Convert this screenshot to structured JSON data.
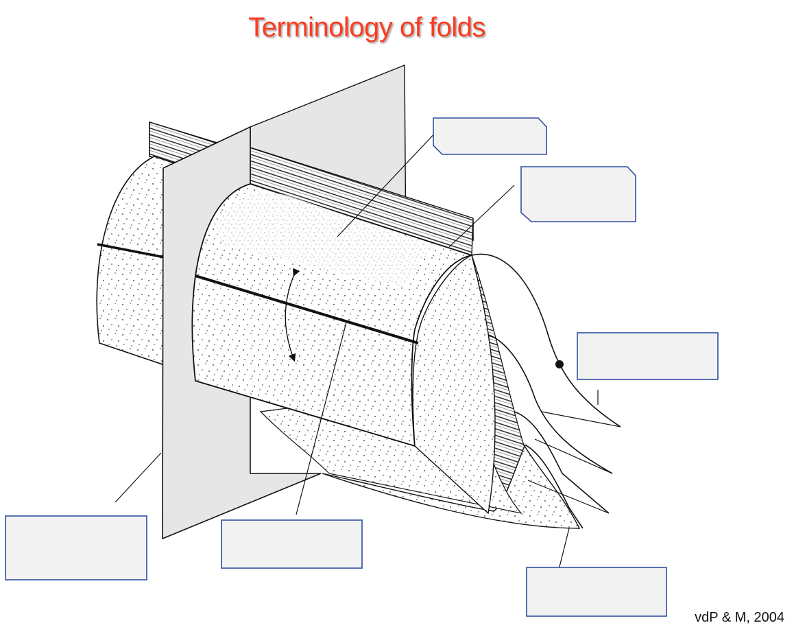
{
  "title": "Terminology of folds",
  "credit": "vdP & M, 2004",
  "colors": {
    "title": "#ff3b1f",
    "label_box_fill": "#f2f2f2",
    "label_box_stroke": "#2f4f9f",
    "plane_fill": "#e6e6e6",
    "line": "#111111"
  },
  "label_boxes": [
    {
      "id": "label-top-center",
      "text": ""
    },
    {
      "id": "label-top-right",
      "text": ""
    },
    {
      "id": "label-right",
      "text": ""
    },
    {
      "id": "label-bottom-left",
      "text": ""
    },
    {
      "id": "label-bottom-center",
      "text": ""
    },
    {
      "id": "label-bottom-right",
      "text": ""
    }
  ]
}
